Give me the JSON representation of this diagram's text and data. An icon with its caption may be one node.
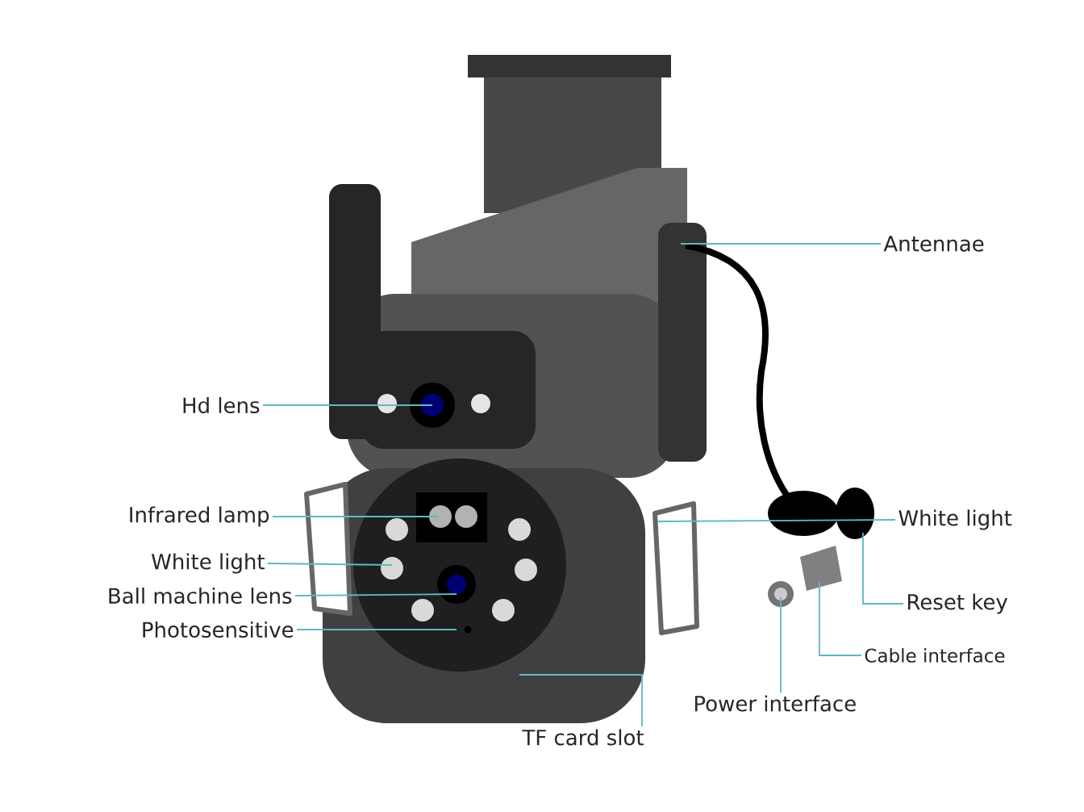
{
  "diagram": {
    "nodes": [
      {
        "text": [
          "Antennae"
        ]
      },
      {
        "text": [
          "Hd lens"
        ]
      },
      {
        "text": [
          "Infrared lamp"
        ]
      },
      {
        "text": [
          "White light"
        ]
      },
      {
        "text": [
          "Ball machine lens"
        ]
      },
      {
        "text": [
          "Photosensitive"
        ]
      },
      {
        "text": [
          "White light"
        ]
      },
      {
        "text": [
          "Reset key"
        ]
      },
      {
        "text": [
          "Cable interface"
        ]
      },
      {
        "text": [
          "Power interface"
        ]
      },
      {
        "text": [
          "TF card slot"
        ]
      }
    ],
    "edges": [
      {
        "from": 0,
        "to": null,
        "arrow": "none"
      },
      {
        "from": 1,
        "to": null,
        "arrow": "none"
      },
      {
        "from": 2,
        "to": null,
        "arrow": "none"
      },
      {
        "from": 3,
        "to": null,
        "arrow": "none"
      },
      {
        "from": 4,
        "to": null,
        "arrow": "none"
      },
      {
        "from": 5,
        "to": null,
        "arrow": "none"
      },
      {
        "from": 6,
        "to": null,
        "arrow": "none"
      },
      {
        "from": 7,
        "to": null,
        "arrow": "none"
      },
      {
        "from": 8,
        "to": null,
        "arrow": "none"
      },
      {
        "from": 9,
        "to": null,
        "arrow": "none"
      },
      {
        "from": 10,
        "to": null,
        "arrow": "none"
      }
    ]
  }
}
